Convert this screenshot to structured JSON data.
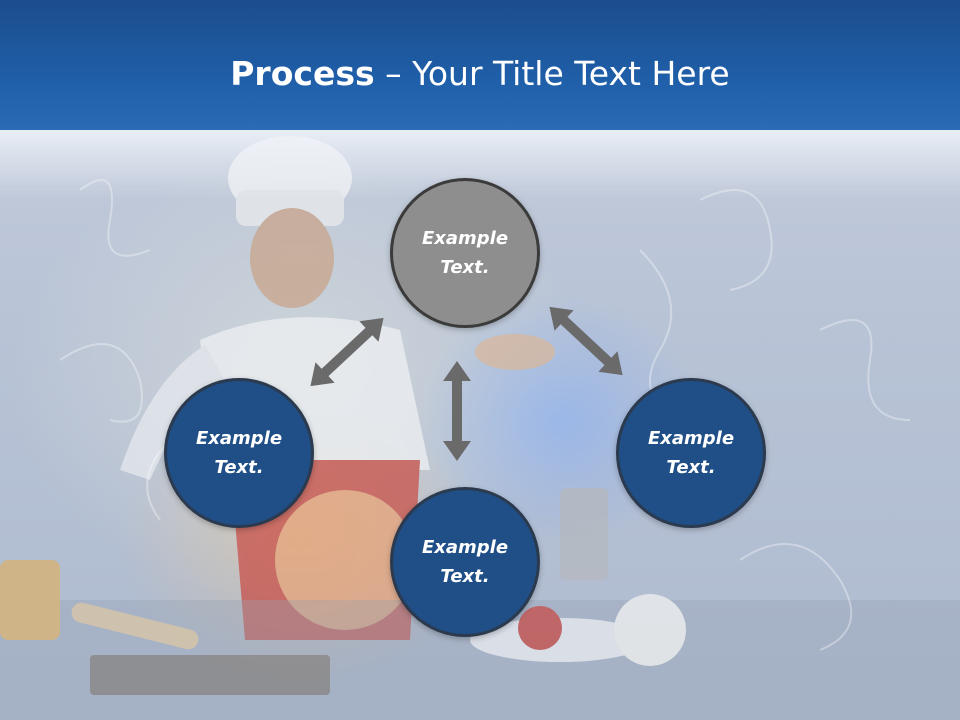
{
  "title": {
    "bold": "Process",
    "rest": " – Your Title Text Here"
  },
  "nodes": {
    "top": "Example Text.",
    "left": "Example Text.",
    "right": "Example Text.",
    "bottom": "Example Text."
  },
  "colors": {
    "header": "#1f5ea8",
    "node_blue": "#1f4f86",
    "node_gray": "#8e8e8e",
    "arrow": "#6a6a6a"
  },
  "icons": [
    "double-arrow-icon"
  ]
}
